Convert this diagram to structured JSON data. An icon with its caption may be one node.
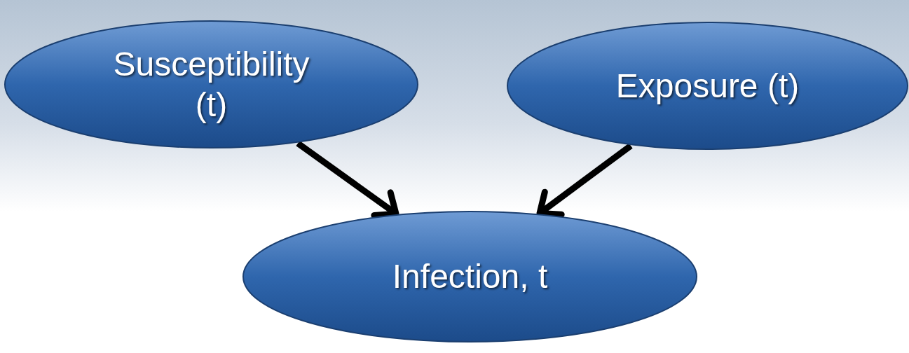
{
  "diagram": {
    "nodes": [
      {
        "text": [
          "Susceptibility (t)"
        ]
      },
      {
        "text": [
          "Exposure (t)"
        ]
      },
      {
        "text": [
          "Infection, t"
        ]
      }
    ],
    "edges": [
      {
        "from": 0,
        "to": 2,
        "arrow": "to"
      },
      {
        "from": 1,
        "to": 2,
        "arrow": "to"
      }
    ]
  }
}
